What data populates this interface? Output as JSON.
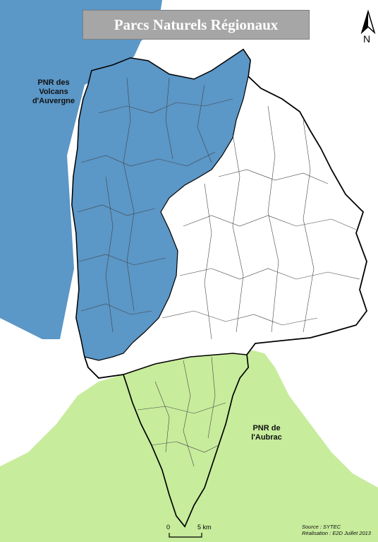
{
  "title": "Parcs Naturels Régionaux",
  "north_label": "N",
  "parks": [
    {
      "name": "PNR des Volcans d'Auvergne",
      "lines": [
        "PNR des",
        "Volcans",
        "d'Auvergne"
      ],
      "color": "#5b97c7"
    },
    {
      "name": "PNR de l'Aubrac",
      "lines": [
        "PNR de",
        "l'Aubrac"
      ],
      "color": "#c7ec9c"
    }
  ],
  "scale": {
    "start": "0",
    "end": "5 km"
  },
  "credits": {
    "source": "Source : SYTEC",
    "realisation": "Réalisation : E2D   Juillet 2013"
  },
  "colors": {
    "outside": "#ffffff",
    "territory_border": "#000000",
    "commune_border": "#444444"
  }
}
